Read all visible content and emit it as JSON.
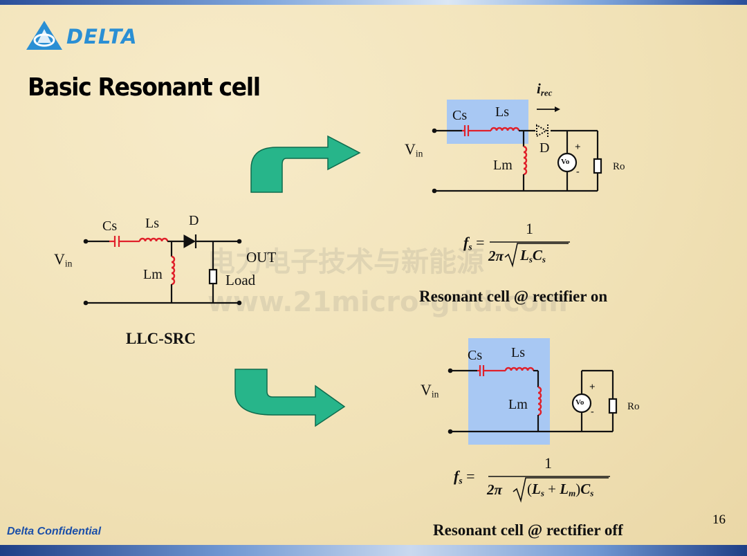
{
  "logo": {
    "text": "DELTA"
  },
  "title": "Basic Resonant cell",
  "footer": {
    "confidential": "Delta Confidential",
    "page_number": "16"
  },
  "watermark": {
    "line1": "电力电子技术与新能源",
    "line2": "www.21micro-grid.com"
  },
  "left_circuit": {
    "caption": "LLC-SRC",
    "labels": {
      "vin": "V",
      "vin_sub": "in",
      "cs": "Cs",
      "ls": "Ls",
      "d": "D",
      "lm": "Lm",
      "out": "OUT",
      "load": "Load"
    }
  },
  "top_right": {
    "caption": "Resonant cell @ rectifier on",
    "labels": {
      "i": "i",
      "i_sub": "rec",
      "vin": "V",
      "vin_sub": "in",
      "cs": "Cs",
      "ls": "Ls",
      "d": "D",
      "lm": "Lm",
      "vo": "Vo",
      "plus": "+",
      "minus": "-",
      "ro": "Ro"
    },
    "formula": {
      "lhs": "f",
      "lhs_sub": "s",
      "eq": "=",
      "numerator": "1",
      "denom_prefix": "2π",
      "denom_expr_a": "L",
      "denom_expr_a_sub": "s",
      "denom_expr_b": "C",
      "denom_expr_b_sub": "s"
    }
  },
  "bottom_right": {
    "caption": "Resonant cell @ rectifier off",
    "labels": {
      "vin": "V",
      "vin_sub": "in",
      "cs": "Cs",
      "ls": "Ls",
      "lm": "Lm",
      "vo": "Vo",
      "plus": "+",
      "minus": "-",
      "ro": "Ro"
    },
    "formula": {
      "lhs": "f",
      "lhs_sub": "s",
      "eq": "=",
      "numerator": "1",
      "denom_prefix": "2π",
      "open": "(",
      "term1": "L",
      "term1_sub": "s",
      "plus": "+",
      "term2": "L",
      "term2_sub": "m",
      "close": ")",
      "term3": "C",
      "term3_sub": "s"
    }
  },
  "colors": {
    "highlight": "#a8c8f3",
    "arrow": "#27b58a",
    "component": "#e0202a",
    "wire": "#111111",
    "footer_text": "#1b4fa8"
  }
}
